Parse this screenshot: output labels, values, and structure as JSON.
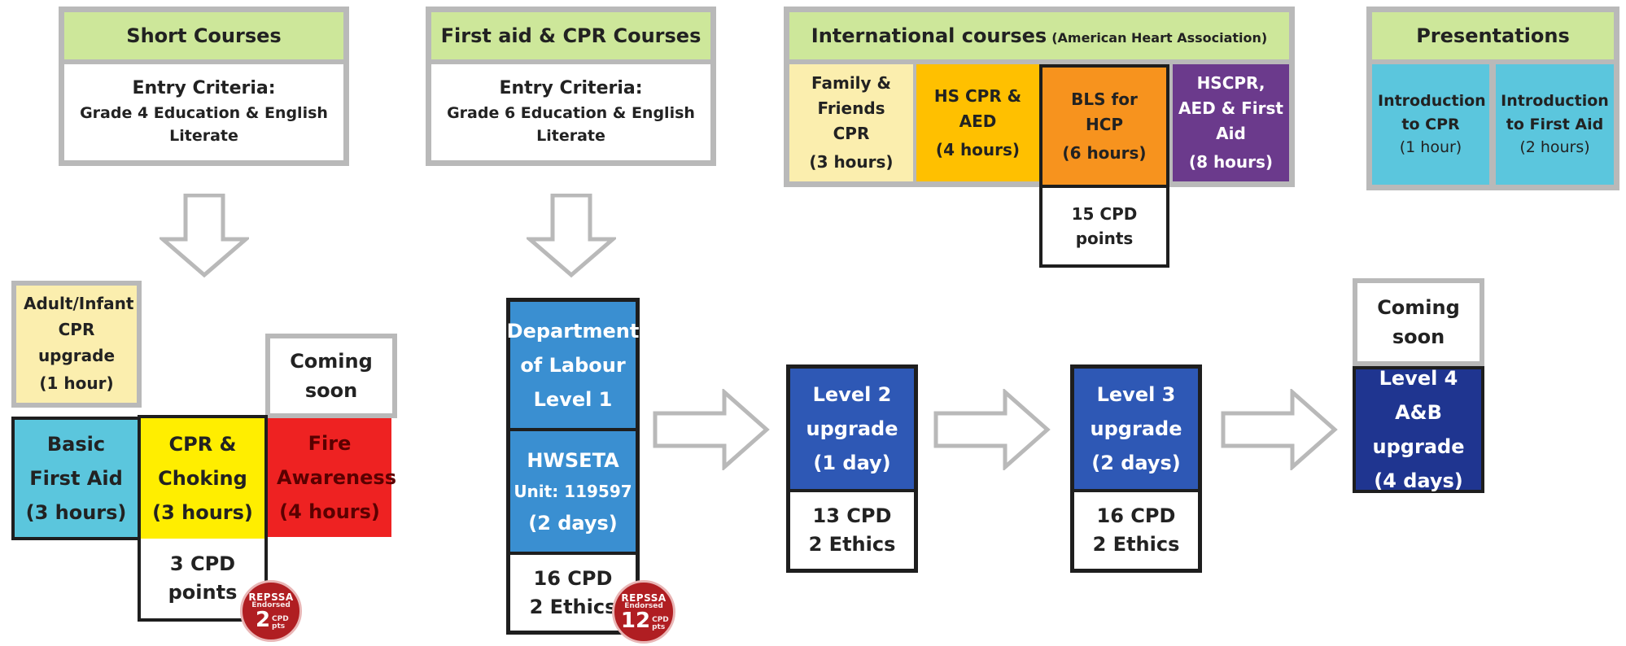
{
  "colors": {
    "header_green": "#cde79a",
    "frame_gray": "#b9b9b9",
    "cream": "#fbeeae",
    "light_blue": "#5bc6dd",
    "yellow": "#ffee00",
    "red": "#ee2222",
    "amber": "#ffc000",
    "orange": "#f7931e",
    "purple": "#6b3a8c",
    "steel_blue": "#3a8fd1",
    "royal_blue": "#2e58b5",
    "navy": "#1f3590",
    "seal_red": "#b01e22"
  },
  "short_courses": {
    "title": "Short Courses",
    "criteria_title": "Entry Criteria:",
    "criteria_text": "Grade 4 Education & English Literate",
    "upgrade": {
      "name": "Adult/Infant CPR upgrade",
      "duration": "(1 hour)"
    },
    "courses": [
      {
        "name": "Basic First Aid",
        "duration": "(3 hours)"
      },
      {
        "name": "CPR & Choking",
        "duration": "(3 hours)"
      },
      {
        "name": "Fire Awareness",
        "duration": "(4 hours)"
      }
    ],
    "coming_soon": "Coming soon",
    "cpd": "3 CPD points",
    "seal": {
      "line1": "REPSSA",
      "line2": "Endorsed",
      "number": "2",
      "unit": "CPD pts"
    }
  },
  "first_aid": {
    "title": "First aid & CPR Courses",
    "criteria_title": "Entry Criteria:",
    "criteria_text": "Grade 6 Education & English Literate",
    "level1": {
      "line1": "Department",
      "line2": "of Labour",
      "line3": "Level 1"
    },
    "hwseta": {
      "line1": "HWSETA",
      "line2": "Unit: 119597",
      "line3": "(2 days)"
    },
    "cpd": {
      "line1": "16 CPD",
      "line2": "2 Ethics"
    },
    "seal": {
      "line1": "REPSSA",
      "line2": "Endorsed",
      "number": "12",
      "unit": "CPD pts"
    },
    "level2": {
      "line1": "Level 2",
      "line2": "upgrade",
      "line3": "(1 day)",
      "cpd1": "13 CPD",
      "cpd2": "2 Ethics"
    },
    "level3": {
      "line1": "Level 3",
      "line2": "upgrade",
      "line3": "(2 days)",
      "cpd1": "16 CPD",
      "cpd2": "2 Ethics"
    },
    "level4": {
      "coming_soon": "Coming soon",
      "line1": "Level 4 A&B",
      "line2": "upgrade",
      "line3": "(4 days)"
    }
  },
  "international": {
    "title": "International courses",
    "subtitle": "(American Heart Association)",
    "courses": [
      {
        "name": "Family & Friends CPR",
        "duration": "(3 hours)"
      },
      {
        "name": "HS CPR & AED",
        "duration": "(4 hours)"
      },
      {
        "name": "BLS for HCP",
        "duration": "(6 hours)"
      },
      {
        "name": "HSCPR, AED & First Aid",
        "duration": "(8 hours)"
      }
    ],
    "cpd": "15 CPD points"
  },
  "presentations": {
    "title": "Presentations",
    "items": [
      {
        "name": "Introduction to CPR",
        "duration": "(1 hour)"
      },
      {
        "name": "Introduction to First Aid",
        "duration": "(2 hours)"
      }
    ]
  }
}
